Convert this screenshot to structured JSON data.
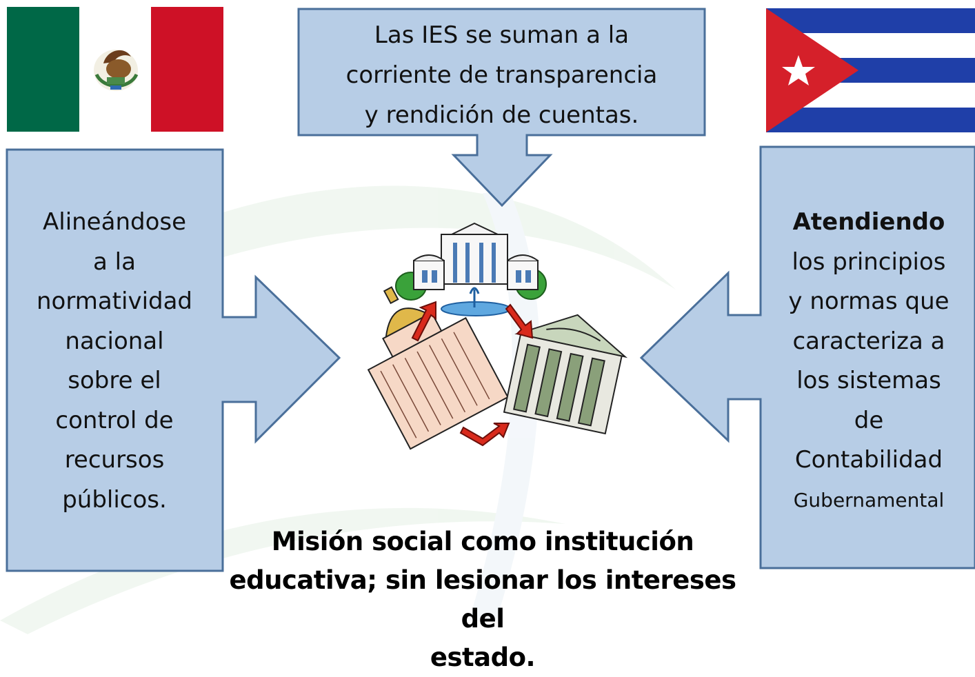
{
  "top_callout": {
    "lines": [
      "Las IES se suman a la",
      "corriente de transparencia",
      "y rendición de cuentas."
    ]
  },
  "left_callout": {
    "lines": [
      "Alineándose",
      "a la",
      "normatividad",
      "nacional",
      "sobre el",
      "control de",
      "recursos",
      "públicos."
    ]
  },
  "right_callout": {
    "bold_line": "Atendiendo",
    "lines": [
      "los principios",
      "y normas que",
      "caracteriza a",
      "los sistemas",
      "de",
      "Contabilidad"
    ],
    "small_line": "Gubernamental"
  },
  "bottom_text": {
    "lines": [
      "Misión social como institución",
      "educativa; sin lesionar los intereses del",
      "estado."
    ]
  },
  "colors": {
    "callout_fill": "#b7cde6",
    "callout_stroke": "#4a6f9a",
    "mexico_green": "#006847",
    "mexico_red": "#ce1126",
    "cuba_blue": "#1f3fa8",
    "cuba_red": "#d5202a",
    "arrow_red": "#d92a1c"
  },
  "images": {
    "left_flag": "mexico-flag",
    "right_flag": "cuba-flag",
    "center": "government-buildings-cycle-clipart"
  }
}
